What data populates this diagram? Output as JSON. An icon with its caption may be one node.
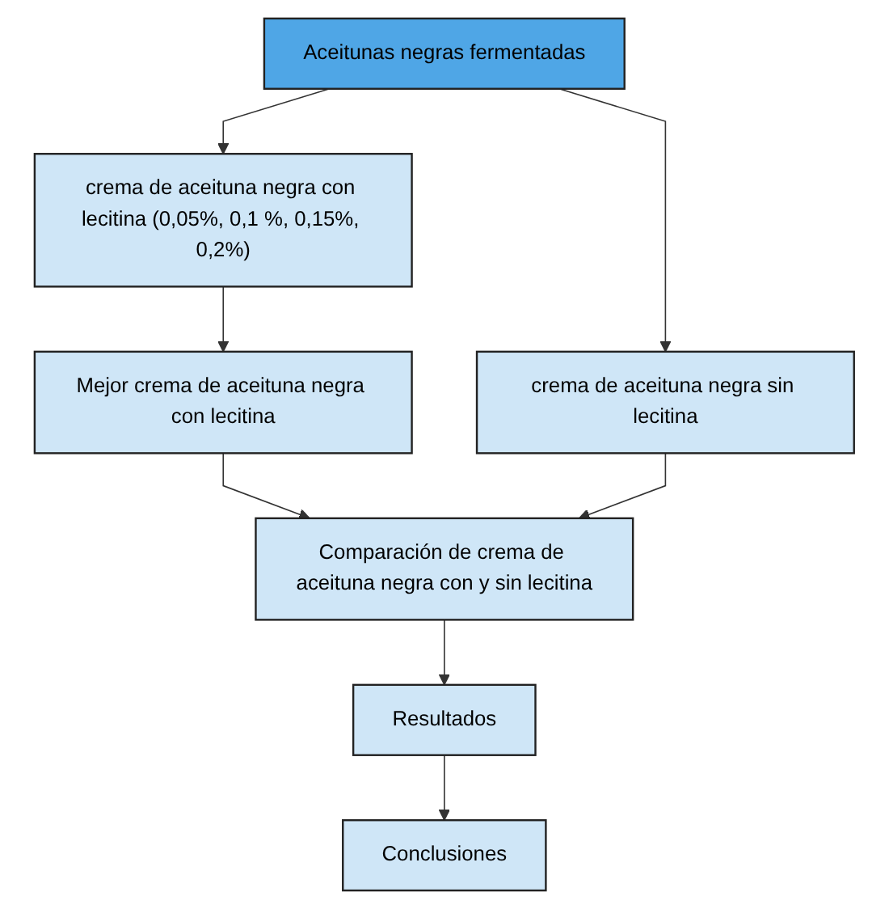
{
  "diagram": {
    "nodes": [
      {
        "text": [
          "Aceitunas negras fermentadas"
        ]
      },
      {
        "text": [
          "crema de aceituna negra con lecitina (0,05%, 0,1 %, 0,15%, 0,2%)"
        ]
      },
      {
        "text": [
          "crema de aceituna negra sin lecitina"
        ]
      },
      {
        "text": [
          "Mejor crema de aceituna negra con lecitina"
        ]
      },
      {
        "text": [
          "Comparación de crema de aceituna negra con y sin lecitina"
        ]
      },
      {
        "text": [
          "Resultados"
        ]
      },
      {
        "text": [
          "Conclusiones"
        ]
      }
    ],
    "edges": [
      {
        "from": 0,
        "to": 1,
        "arrow": "to"
      },
      {
        "from": 0,
        "to": 2,
        "arrow": "to"
      },
      {
        "from": 1,
        "to": 3,
        "arrow": "to"
      },
      {
        "from": 3,
        "to": 4,
        "arrow": "to"
      },
      {
        "from": 2,
        "to": 4,
        "arrow": "to"
      },
      {
        "from": 4,
        "to": 5,
        "arrow": "to"
      },
      {
        "from": 5,
        "to": 6,
        "arrow": "to"
      }
    ]
  }
}
